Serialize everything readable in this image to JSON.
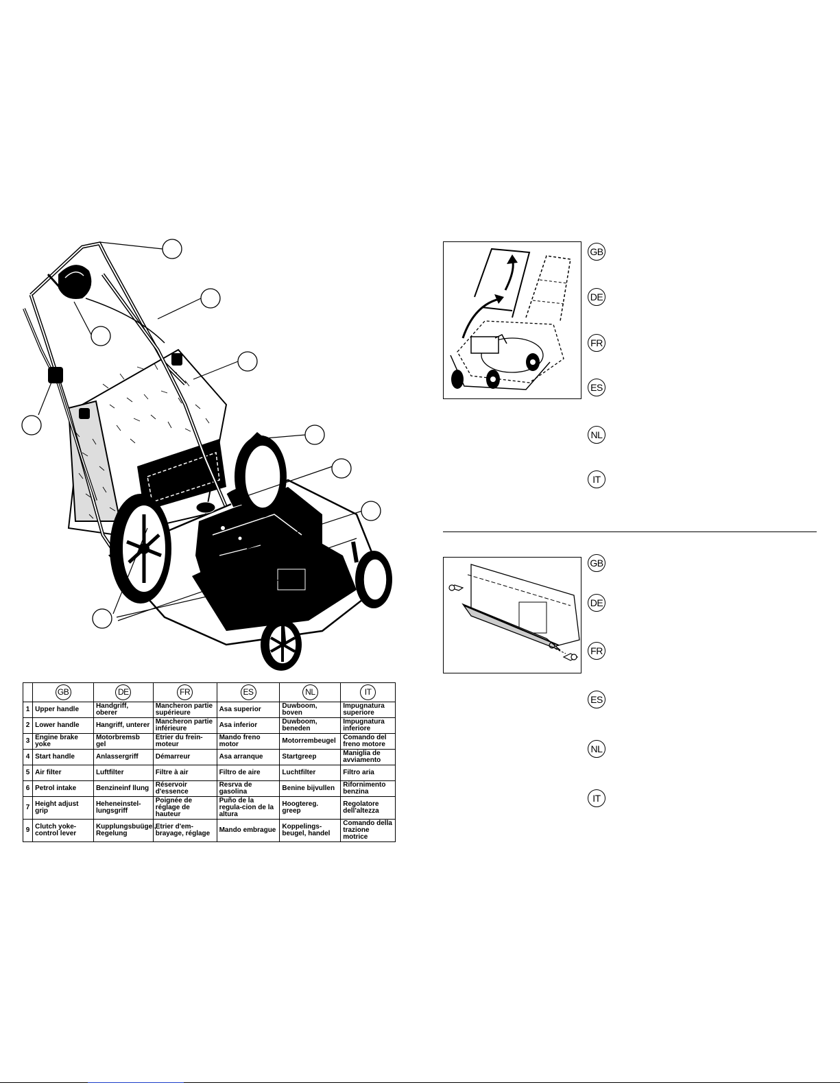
{
  "languages": [
    "GB",
    "DE",
    "FR",
    "ES",
    "NL",
    "IT"
  ],
  "parts_table": {
    "header": [
      "GB",
      "DE",
      "FR",
      "ES",
      "NL",
      "IT"
    ],
    "rows": [
      {
        "num": "1",
        "cells": [
          "Upper handle",
          "Handgriff, oberer",
          "Mancheron partie supérieure",
          "Asa superior",
          "Duwboom, boven",
          "Impugnatura superiore"
        ]
      },
      {
        "num": "2",
        "cells": [
          "Lower handle",
          "Hangriff, unterer",
          "Mancheron partie inférieure",
          "Asa inferior",
          "Duwboom, beneden",
          "Impugnatura inferiore"
        ]
      },
      {
        "num": "3",
        "cells": [
          "Engine brake yoke",
          "Motorbremsb gel",
          "Etrier du frein-moteur",
          "Mando freno motor",
          "Motorrembeugel",
          "Comando del freno motore"
        ]
      },
      {
        "num": "4",
        "cells": [
          "Start handle",
          "Anlassergriff",
          "Démarreur",
          "Asa arranque",
          "Startgreep",
          "Maniglia de avviamento"
        ]
      },
      {
        "num": "5",
        "cells": [
          "Air filter",
          "Luftfilter",
          "Filtre à air",
          "Filtro de aire",
          "Luchtfilter",
          "Filtro aria"
        ]
      },
      {
        "num": "6",
        "cells": [
          "Petrol intake",
          "Benzineinf llung",
          "Réservoir d'essence",
          "Resrva de gasolina",
          "Benine bijvullen",
          "Rifornimento benzina"
        ]
      },
      {
        "num": "7",
        "cells": [
          "Height adjust grip",
          "Heheneinstel-lungsgriff",
          "Poignée de réglage de hauteur",
          "Puño de la regula-cion de la altura",
          "Hoogtereg. greep",
          "Regolatore dell'altezza"
        ]
      },
      {
        "num": "9",
        "cells": [
          "Clutch yoke-control lever",
          "Kupplungsbuügel, Regelung",
          "Etrier d'em-brayage, réglage",
          "Mando embrague",
          "Koppelings-beugel, handel",
          "Comando della trazione motrice"
        ]
      }
    ]
  },
  "section_one": {
    "badges": [
      "GB",
      "DE",
      "FR",
      "ES",
      "NL",
      "IT"
    ]
  },
  "section_two": {
    "badges": [
      "GB",
      "DE",
      "FR",
      "ES",
      "NL",
      "IT"
    ]
  }
}
